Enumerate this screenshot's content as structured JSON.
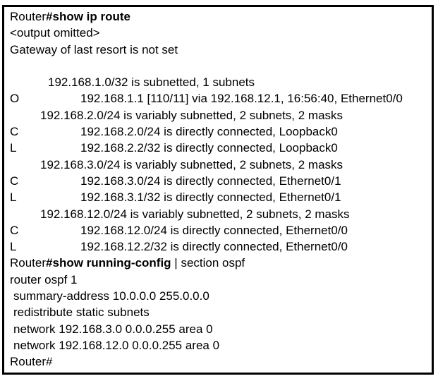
{
  "colors": {
    "text": "#000000",
    "background": "#ffffff",
    "border": "#000000"
  },
  "terminal": {
    "lines": [
      {
        "pre": "Router",
        "bold": "#show ip route"
      },
      {
        "pre": "<output omitted>"
      },
      {
        "pre": "Gateway of last resort is not set"
      },
      {
        "pre": ""
      },
      {
        "pre": "192.168.1.0/32 is subnetted, 1 subnets"
      },
      {
        "code": "O",
        "pre": "192.168.1.1 [110/11] via 192.168.12.1, 16:56:40, Ethernet0/0"
      },
      {
        "pre": "192.168.2.0/24 is variably subnetted, 2 subnets, 2 masks"
      },
      {
        "code": "C",
        "pre": "192.168.2.0/24 is directly connected, Loopback0"
      },
      {
        "code": "L",
        "pre": "192.168.2.2/32 is directly connected, Loopback0"
      },
      {
        "pre": "192.168.3.0/24 is variably subnetted, 2 subnets, 2 masks"
      },
      {
        "code": "C",
        "pre": "192.168.3.0/24 is directly connected, Ethernet0/1"
      },
      {
        "code": "L",
        "pre": "192.168.3.1/32 is directly connected, Ethernet0/1"
      },
      {
        "pre": "192.168.12.0/24 is variably subnetted, 2 subnets, 2 masks"
      },
      {
        "code": "C",
        "pre": "192.168.12.0/24 is directly connected, Ethernet0/0"
      },
      {
        "code": "L",
        "pre": "192.168.12.2/32 is directly connected, Ethernet0/0"
      },
      {
        "pre": "Router",
        "bold": "#show running-config",
        "post": " | section ospf"
      },
      {
        "pre": "router ospf 1"
      },
      {
        "pre": "summary-address 10.0.0.0 255.0.0.0"
      },
      {
        "pre": "redistribute static subnets"
      },
      {
        "pre": "network 192.168.3.0 0.0.0.255 area 0"
      },
      {
        "pre": "network 192.168.12.0 0.0.0.255 area 0"
      },
      {
        "pre": "Router#"
      }
    ]
  }
}
